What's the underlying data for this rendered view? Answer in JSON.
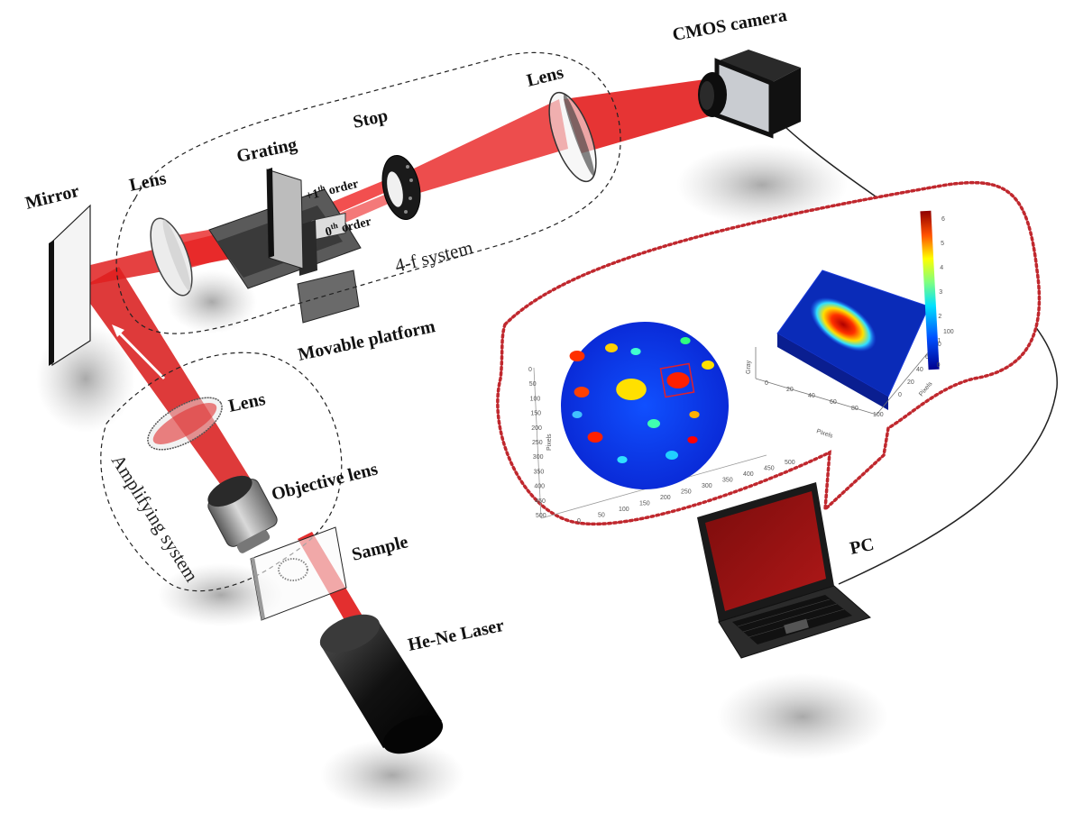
{
  "labels": {
    "cmos_camera": "CMOS camera",
    "lens_top": "Lens",
    "stop": "Stop",
    "grating": "Grating",
    "lens_left": "Lens",
    "mirror": "Mirror",
    "first_order_main": "+1",
    "first_order_sup": "th",
    "first_order_tail": " order",
    "zeroth_order_main": "0",
    "zeroth_order_sup": "th",
    "zeroth_order_tail": " order",
    "four_f_system": "4-f system",
    "movable_platform": "Movable platform",
    "lens_amp": "Lens",
    "objective_lens": "Objective lens",
    "amplifying_system": "Amplifying system",
    "sample": "Sample",
    "laser": "He-Ne Laser",
    "pc": "PC"
  },
  "inset_2d": {
    "y_axis_label": "Pixels",
    "y_ticks": [
      "0",
      "50",
      "100",
      "150",
      "200",
      "250",
      "300",
      "350",
      "400",
      "450",
      "500"
    ],
    "x_ticks": [
      "0",
      "50",
      "100",
      "150",
      "200",
      "250",
      "300",
      "350",
      "400",
      "450",
      "500"
    ]
  },
  "inset_3d": {
    "x_axis_label": "Pixels",
    "y_axis_label": "Pixels",
    "z_axis_label": "Gray",
    "x_ticks": [
      "0",
      "20",
      "40",
      "60",
      "80",
      "100"
    ],
    "y_ticks": [
      "0",
      "20",
      "40",
      "60",
      "80",
      "100"
    ],
    "colorbar_ticks": [
      "0",
      "1",
      "2",
      "3",
      "4",
      "5",
      "6"
    ]
  },
  "colors": {
    "laser_beam": "#e01818",
    "dotted_callout": "#c0282e",
    "device_dark": "#1c1c1c"
  }
}
